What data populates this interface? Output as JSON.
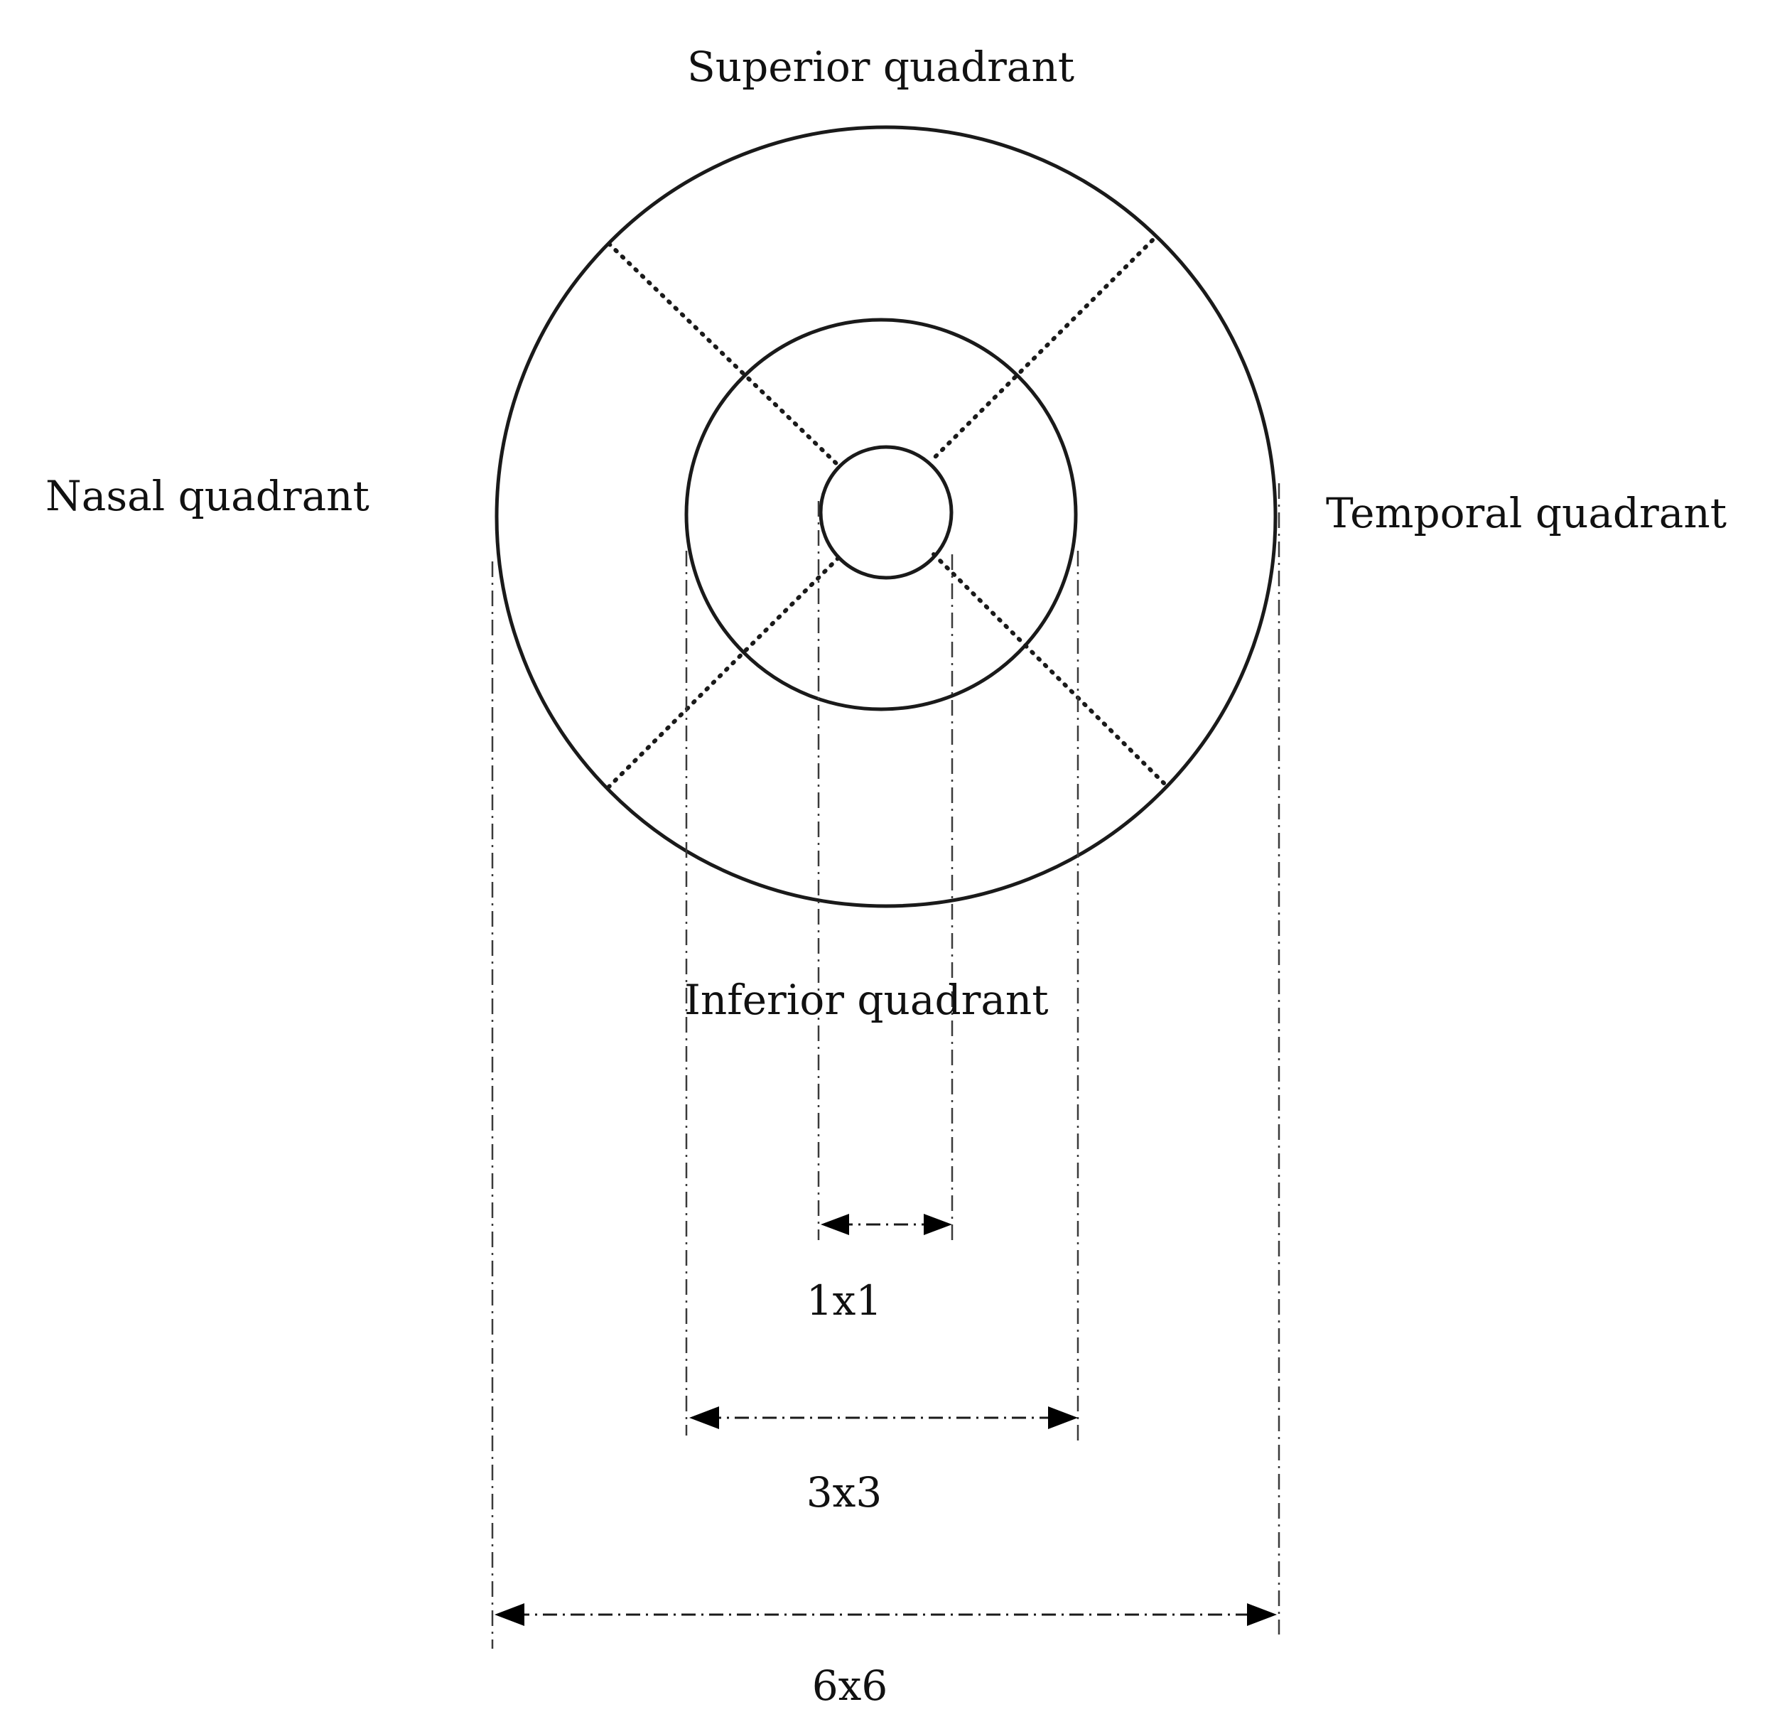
{
  "labels": {
    "superior": "Superior quadrant",
    "nasal": "Nasal quadrant",
    "temporal": "Temporal quadrant",
    "inferior": "Inferior quadrant"
  },
  "dimensions": {
    "inner": "1x1",
    "middle": "3x3",
    "outer": "6x6"
  }
}
